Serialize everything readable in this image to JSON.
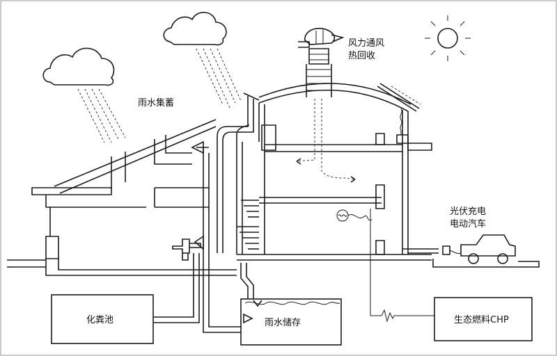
{
  "labels": {
    "rain_collection": "雨水集蓄",
    "wind_ventilation_line1": "风力通风",
    "wind_ventilation_line2": "热回收",
    "pv_line1": "光伏充电",
    "pv_line2": "电动汽车",
    "septic_tank": "化粪池",
    "rain_storage": "雨水储存",
    "chp": "生态燃料CHP"
  },
  "icons": [
    "cloud-icon",
    "sun-icon",
    "car-icon",
    "wind-cowl-icon",
    "generator-icon"
  ]
}
